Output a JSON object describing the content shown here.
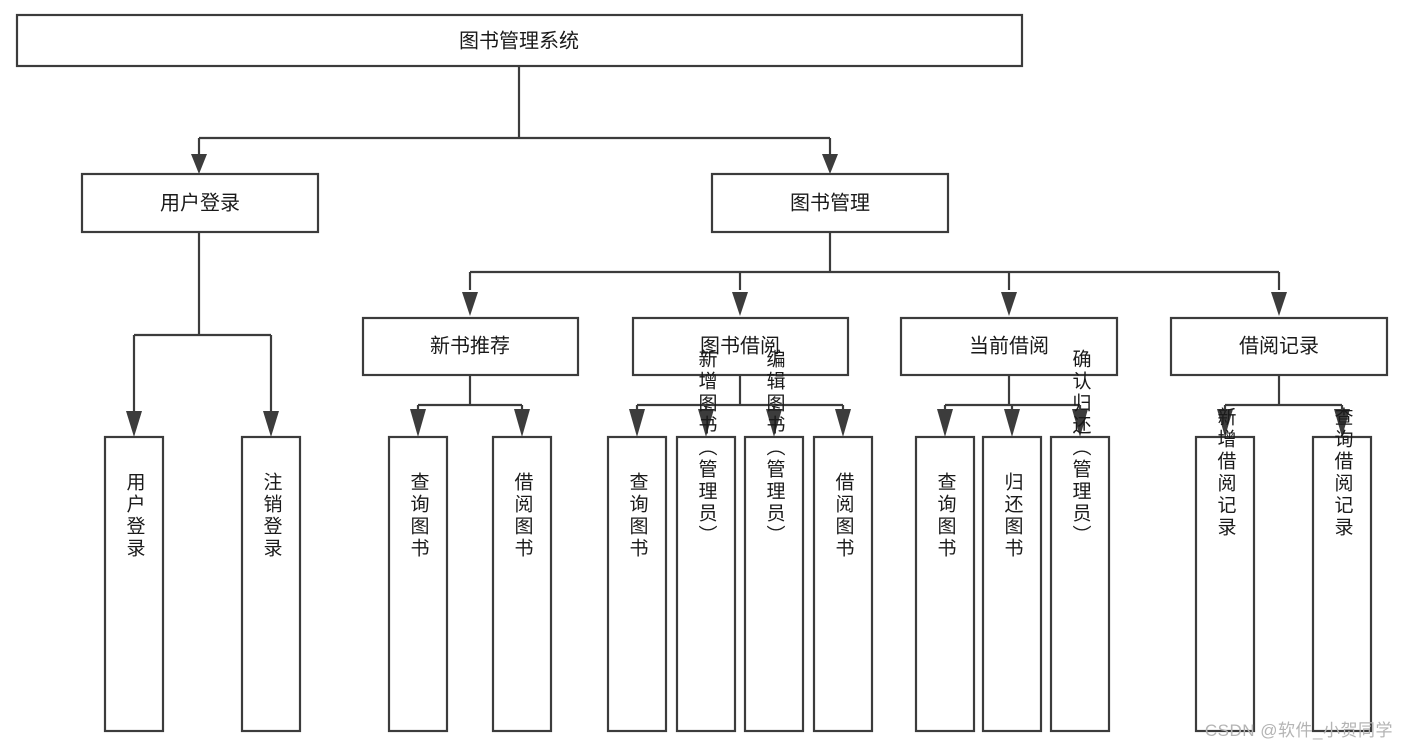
{
  "diagram": {
    "type": "tree-hierarchy",
    "title": "图书管理系统",
    "watermark": "CSDN @软件_小贺同学",
    "colors": {
      "stroke": "#3c3c3c",
      "fill": "#ffffff",
      "text": "#1a1a1a",
      "watermark": "#b4b4b4",
      "background": "#ffffff"
    },
    "levels": {
      "root": {
        "label": "图书管理系统"
      },
      "level2": [
        {
          "label": "用户登录"
        },
        {
          "label": "图书管理"
        }
      ],
      "level3": [
        {
          "label": "新书推荐"
        },
        {
          "label": "图书借阅"
        },
        {
          "label": "当前借阅"
        },
        {
          "label": "借阅记录"
        }
      ],
      "level4": {
        "user_login": [
          {
            "label": "用户登录"
          },
          {
            "label": "注销登录"
          }
        ],
        "new_book_recommend": [
          {
            "label": "查询图书"
          },
          {
            "label": "借阅图书"
          }
        ],
        "book_borrow": [
          {
            "label": "查询图书"
          },
          {
            "label": "新增图书（管理员）"
          },
          {
            "label": "编辑图书（管理员）"
          },
          {
            "label": "借阅图书"
          }
        ],
        "current_borrow": [
          {
            "label": "查询图书"
          },
          {
            "label": "归还图书"
          },
          {
            "label": "确认归还（管理员）"
          }
        ],
        "borrow_record": [
          {
            "label": "新增借阅记录"
          },
          {
            "label": "查询借阅记录"
          }
        ]
      }
    }
  }
}
